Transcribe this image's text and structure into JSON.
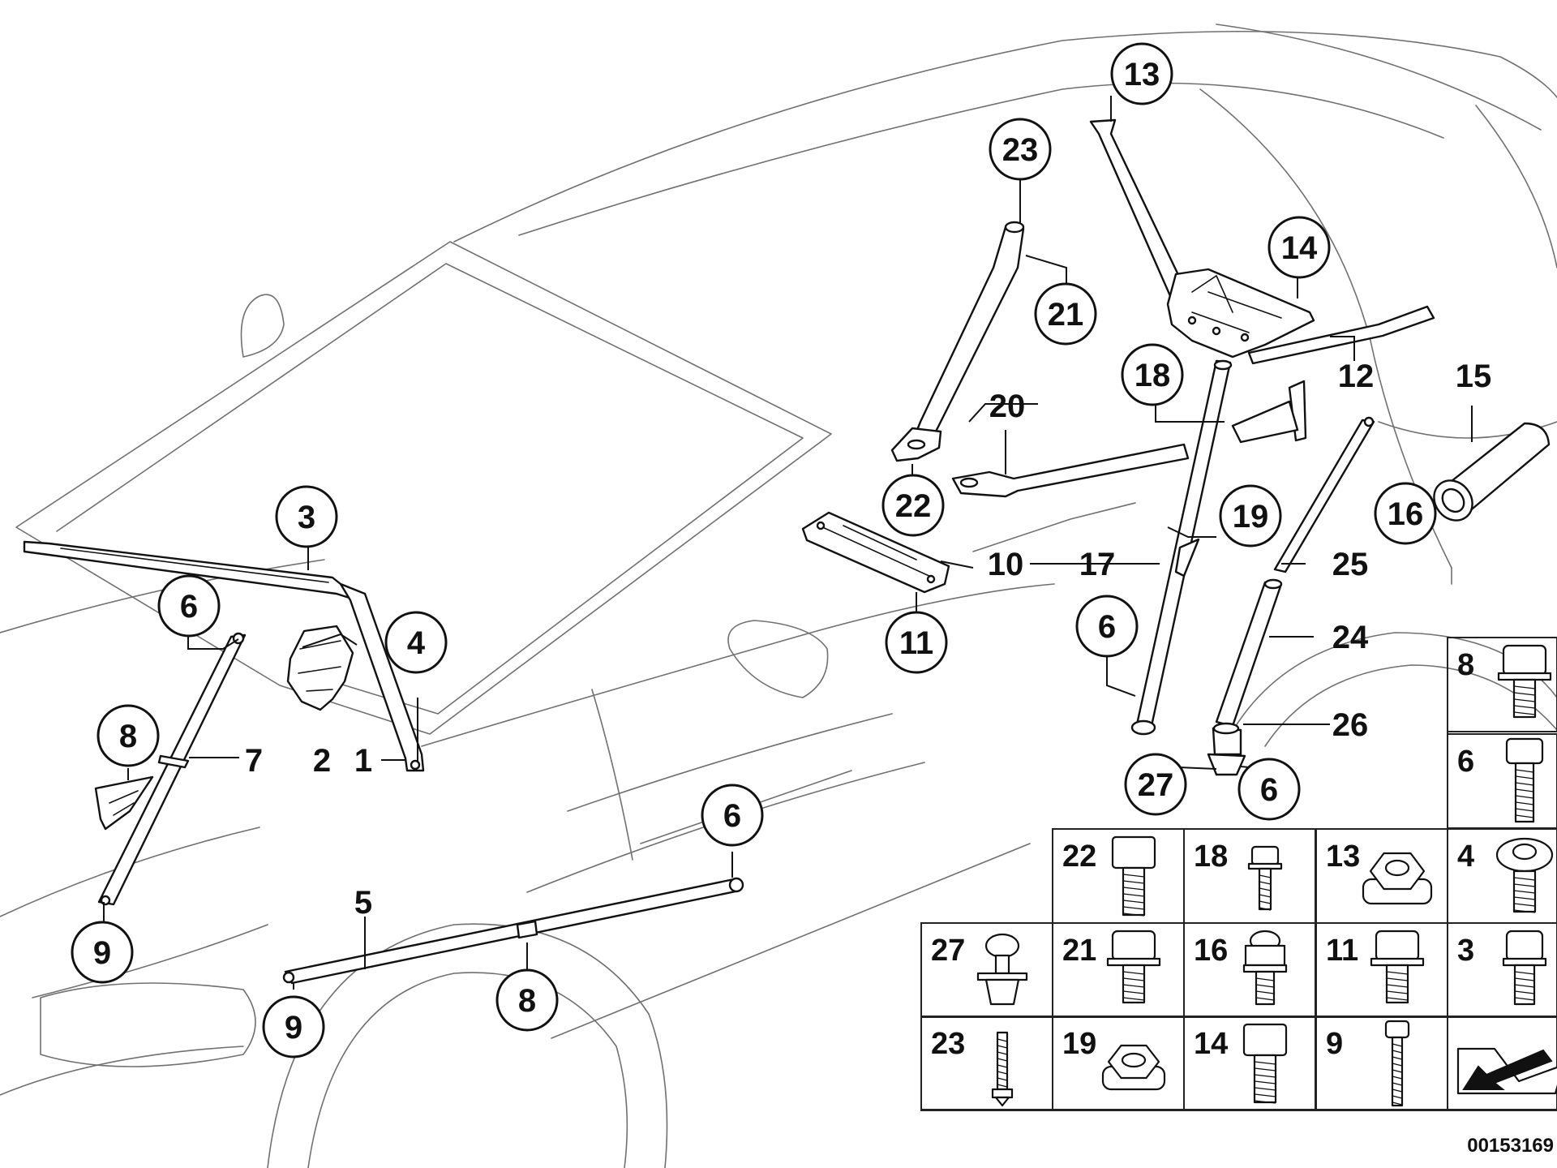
{
  "diagram_id": "00153169",
  "circled_callouts": [
    {
      "key": "c13a",
      "label": "13"
    },
    {
      "key": "c23a",
      "label": "23"
    },
    {
      "key": "c14a",
      "label": "14"
    },
    {
      "key": "c21a",
      "label": "21"
    },
    {
      "key": "c18a",
      "label": "18"
    },
    {
      "key": "c22a",
      "label": "22"
    },
    {
      "key": "c19a",
      "label": "19"
    },
    {
      "key": "c16a",
      "label": "16"
    },
    {
      "key": "c11a",
      "label": "11"
    },
    {
      "key": "c3a",
      "label": "3"
    },
    {
      "key": "c6a",
      "label": "6"
    },
    {
      "key": "c4a",
      "label": "4"
    },
    {
      "key": "c8a",
      "label": "8"
    },
    {
      "key": "c9a",
      "label": "9"
    },
    {
      "key": "c6b",
      "label": "6"
    },
    {
      "key": "c9b",
      "label": "9"
    },
    {
      "key": "c8b",
      "label": "8"
    },
    {
      "key": "c6c",
      "label": "6"
    },
    {
      "key": "c27a",
      "label": "27"
    },
    {
      "key": "c6d",
      "label": "6"
    }
  ],
  "plain_labels": [
    {
      "key": "l12",
      "label": "12"
    },
    {
      "key": "l15",
      "label": "15"
    },
    {
      "key": "l20",
      "label": "20"
    },
    {
      "key": "l10",
      "label": "10"
    },
    {
      "key": "l17",
      "label": "17"
    },
    {
      "key": "l25",
      "label": "25"
    },
    {
      "key": "l24",
      "label": "24"
    },
    {
      "key": "l26",
      "label": "26"
    },
    {
      "key": "l7",
      "label": "7"
    },
    {
      "key": "l2",
      "label": "2"
    },
    {
      "key": "l1",
      "label": "1"
    },
    {
      "key": "l5",
      "label": "5"
    }
  ],
  "hardware_cells": [
    {
      "label": "8",
      "icon": "hex-flange-bolt-icon"
    },
    {
      "label": "6",
      "icon": "long-hex-bolt-icon"
    },
    {
      "label": "22",
      "icon": "hex-head-bolt-icon"
    },
    {
      "label": "18",
      "icon": "small-flange-bolt-icon"
    },
    {
      "label": "13",
      "icon": "collar-nut-icon"
    },
    {
      "label": "4",
      "icon": "torx-flange-bolt-icon"
    },
    {
      "label": "27",
      "icon": "expanding-rivet-icon"
    },
    {
      "label": "21",
      "icon": "hex-flange-bolt-icon"
    },
    {
      "label": "16",
      "icon": "washer-bolt-icon"
    },
    {
      "label": "11",
      "icon": "hex-flange-bolt-icon"
    },
    {
      "label": "3",
      "icon": "torx-bolt-icon"
    },
    {
      "label": "23",
      "icon": "stud-icon"
    },
    {
      "label": "19",
      "icon": "hex-nut-icon"
    },
    {
      "label": "14",
      "icon": "hex-head-bolt-icon"
    },
    {
      "label": "9",
      "icon": "long-thin-bolt-icon"
    },
    {
      "label": "",
      "icon": "direction-arrow-icon"
    }
  ],
  "colors": {
    "line": "#111111",
    "outline": "#707070",
    "background": "#ffffff"
  }
}
